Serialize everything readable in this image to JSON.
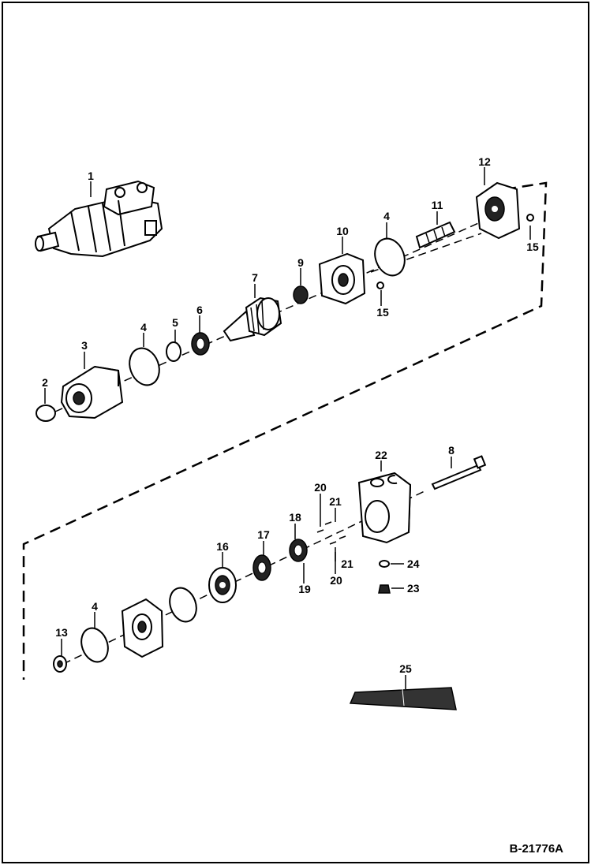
{
  "drawing_code": "B-21776A",
  "callouts": {
    "c1": "1",
    "c2": "2",
    "c3": "3",
    "c4a": "4",
    "c4b": "4",
    "c4c": "4",
    "c5": "5",
    "c6": "6",
    "c7": "7",
    "c8": "8",
    "c9": "9",
    "c10": "10",
    "c11": "11",
    "c12": "12",
    "c13": "13",
    "c15a": "15",
    "c15b": "15",
    "c16": "16",
    "c17": "17",
    "c18": "18",
    "c19": "19",
    "c20a": "20",
    "c20b": "20",
    "c21a": "21",
    "c21b": "21",
    "c22": "22",
    "c23": "23",
    "c24": "24",
    "c25": "25"
  }
}
